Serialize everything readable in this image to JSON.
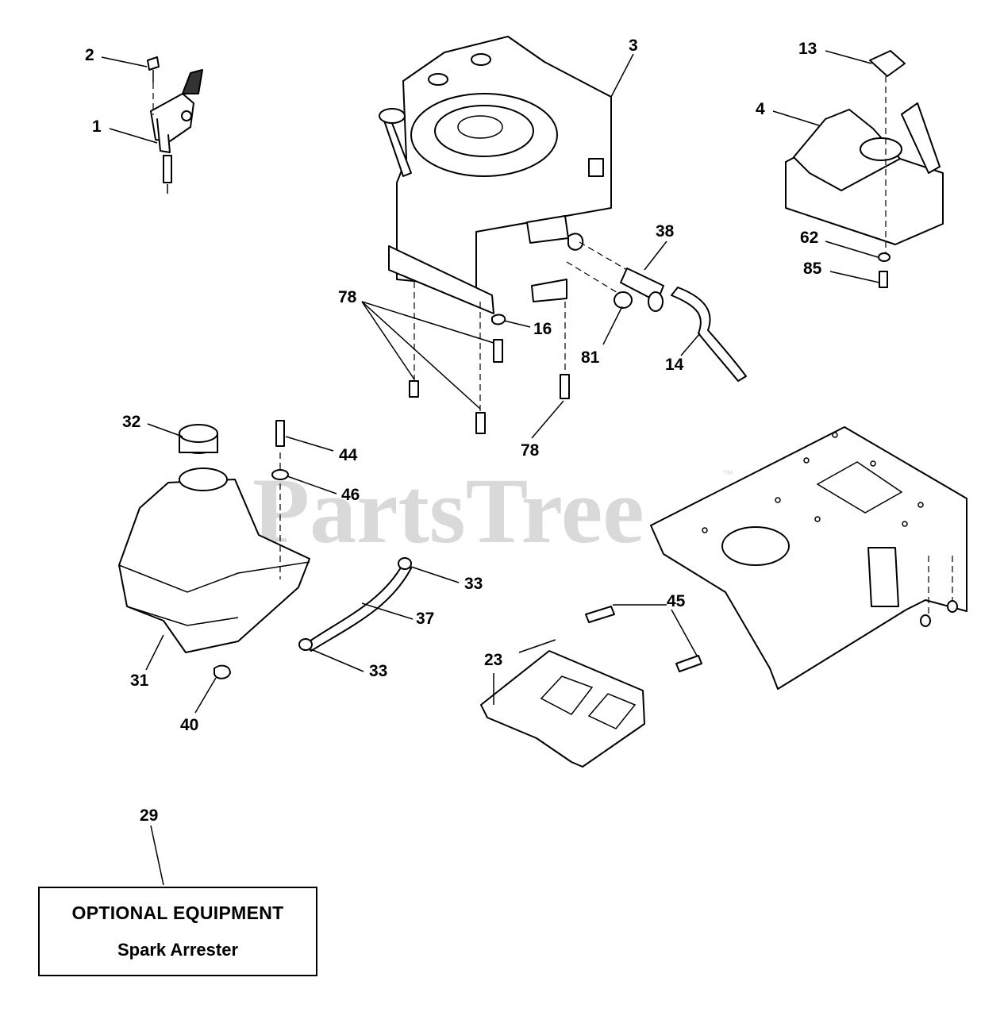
{
  "watermark": {
    "text": "PartsTree",
    "trademark": "™"
  },
  "callouts": [
    {
      "id": "c1",
      "text": "1"
    },
    {
      "id": "c2",
      "text": "2"
    },
    {
      "id": "c3",
      "text": "3"
    },
    {
      "id": "c4",
      "text": "4"
    },
    {
      "id": "c13",
      "text": "13"
    },
    {
      "id": "c14",
      "text": "14"
    },
    {
      "id": "c16",
      "text": "16"
    },
    {
      "id": "c23",
      "text": "23"
    },
    {
      "id": "c29",
      "text": "29"
    },
    {
      "id": "c31",
      "text": "31"
    },
    {
      "id": "c32",
      "text": "32"
    },
    {
      "id": "c33a",
      "text": "33"
    },
    {
      "id": "c33b",
      "text": "33"
    },
    {
      "id": "c37",
      "text": "37"
    },
    {
      "id": "c38",
      "text": "38"
    },
    {
      "id": "c40",
      "text": "40"
    },
    {
      "id": "c44",
      "text": "44"
    },
    {
      "id": "c45",
      "text": "45"
    },
    {
      "id": "c46",
      "text": "46"
    },
    {
      "id": "c62",
      "text": "62"
    },
    {
      "id": "c78a",
      "text": "78"
    },
    {
      "id": "c78b",
      "text": "78"
    },
    {
      "id": "c81",
      "text": "81"
    },
    {
      "id": "c85",
      "text": "85"
    }
  ],
  "optional_box": {
    "title": "OPTIONAL EQUIPMENT",
    "subtitle": "Spark Arrester"
  }
}
